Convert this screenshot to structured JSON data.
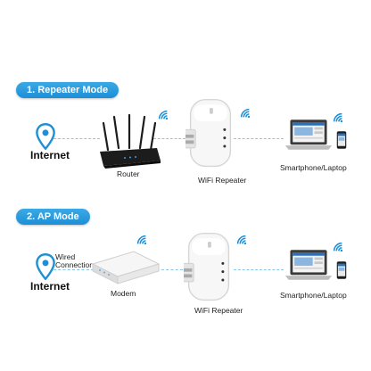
{
  "sections": [
    {
      "title": "1. Repeater Mode",
      "labels": {
        "internet": "Internet",
        "router": "Router",
        "repeater": "WiFi Repeater",
        "devices": "Smartphone/Laptop"
      }
    },
    {
      "title": "2. AP Mode",
      "labels": {
        "internet": "Internet",
        "wired": "Wired Connection",
        "modem": "Modem",
        "repeater": "WiFi Repeater",
        "devices": "Smartphone/Laptop"
      }
    }
  ],
  "colors": {
    "accent": "#1e8fd6",
    "line": "#8ac6ec",
    "wifi": "#1e8fd6",
    "router": "#1c1c1c",
    "device": "#f4f4f4"
  },
  "icons": [
    "location-pin-icon",
    "wifi-signal-icon",
    "router-icon",
    "wifi-repeater-icon",
    "modem-icon",
    "laptop-icon",
    "smartphone-icon"
  ]
}
